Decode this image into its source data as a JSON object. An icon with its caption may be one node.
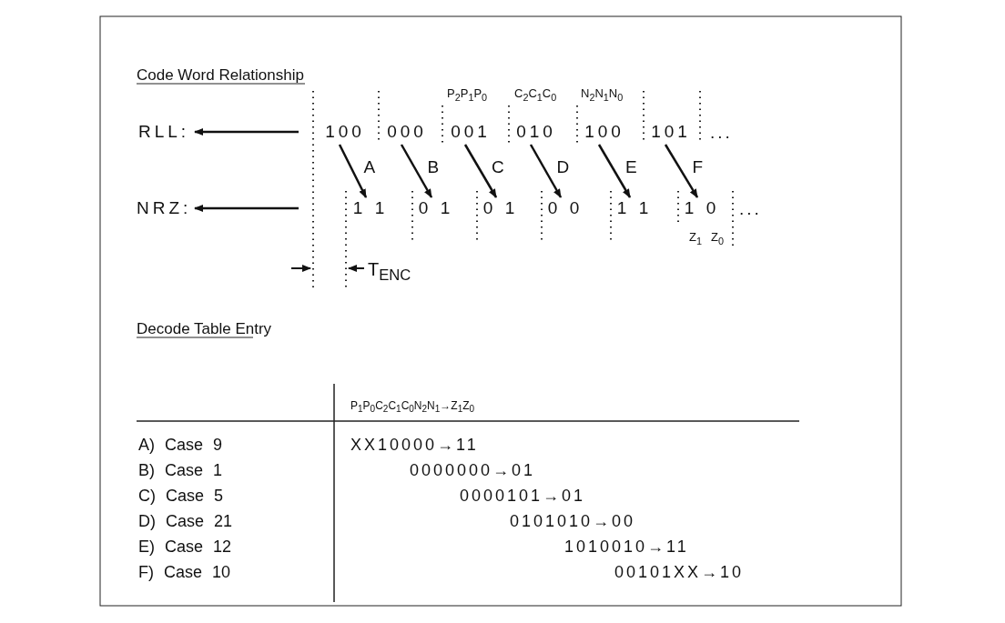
{
  "diagram": {
    "nodes": [
      {
        "text": [
          "RLL:"
        ]
      },
      {
        "text": [
          "100"
        ]
      },
      {
        "text": [
          "000"
        ]
      },
      {
        "text": [
          "001"
        ]
      },
      {
        "text": [
          "010"
        ]
      },
      {
        "text": [
          "100"
        ]
      },
      {
        "text": [
          "101"
        ]
      },
      {
        "text": [
          "NRZ:"
        ]
      },
      {
        "text": [
          "1 1"
        ]
      },
      {
        "text": [
          "0 1"
        ]
      },
      {
        "text": [
          "0 1"
        ]
      },
      {
        "text": [
          "0 0"
        ]
      },
      {
        "text": [
          "1 1"
        ]
      },
      {
        "text": [
          "1 0"
        ]
      }
    ],
    "edges": [
      {
        "from": null,
        "to": 0,
        "arrow": "to"
      },
      {
        "from": null,
        "to": 7,
        "arrow": "to"
      },
      {
        "from": 1,
        "to": 8,
        "arrow": "to",
        "label": "A"
      },
      {
        "from": 2,
        "to": 9,
        "arrow": "to",
        "label": "B"
      },
      {
        "from": 3,
        "to": 10,
        "arrow": "to",
        "label": "C"
      },
      {
        "from": 4,
        "to": 11,
        "arrow": "to",
        "label": "D"
      },
      {
        "from": 5,
        "to": 12,
        "arrow": "to",
        "label": "E"
      },
      {
        "from": 6,
        "to": 13,
        "arrow": "to",
        "label": "F"
      }
    ],
    "labels": [
      "Code Word Relationship",
      "P$_{2}$P$_{1}$P$_{0}$",
      "C$_{2}$C$_{1}$C$_{0}$",
      "N$_{2}$N$_{1}$N$_{0}$",
      "...",
      "...",
      "Z$_{1}$",
      "Z$_{0}$",
      "T$_{ENC}$",
      "Decode Table Entry",
      "P$_{1}$P$_{0}$C$_{2}$C$_{1}$C$_{0}$N$_{2}$N$_{1}$→Z$_{1}$Z$_{0}$",
      "A) Case 9",
      "XX10000→11",
      "B) Case 1",
      "0000000→01",
      "C) Case 5",
      "0000101→01",
      "D) Case 21",
      "0101010→00",
      "E) Case 12",
      "1010010→11",
      "F) Case 10",
      "00101XX→10"
    ]
  }
}
